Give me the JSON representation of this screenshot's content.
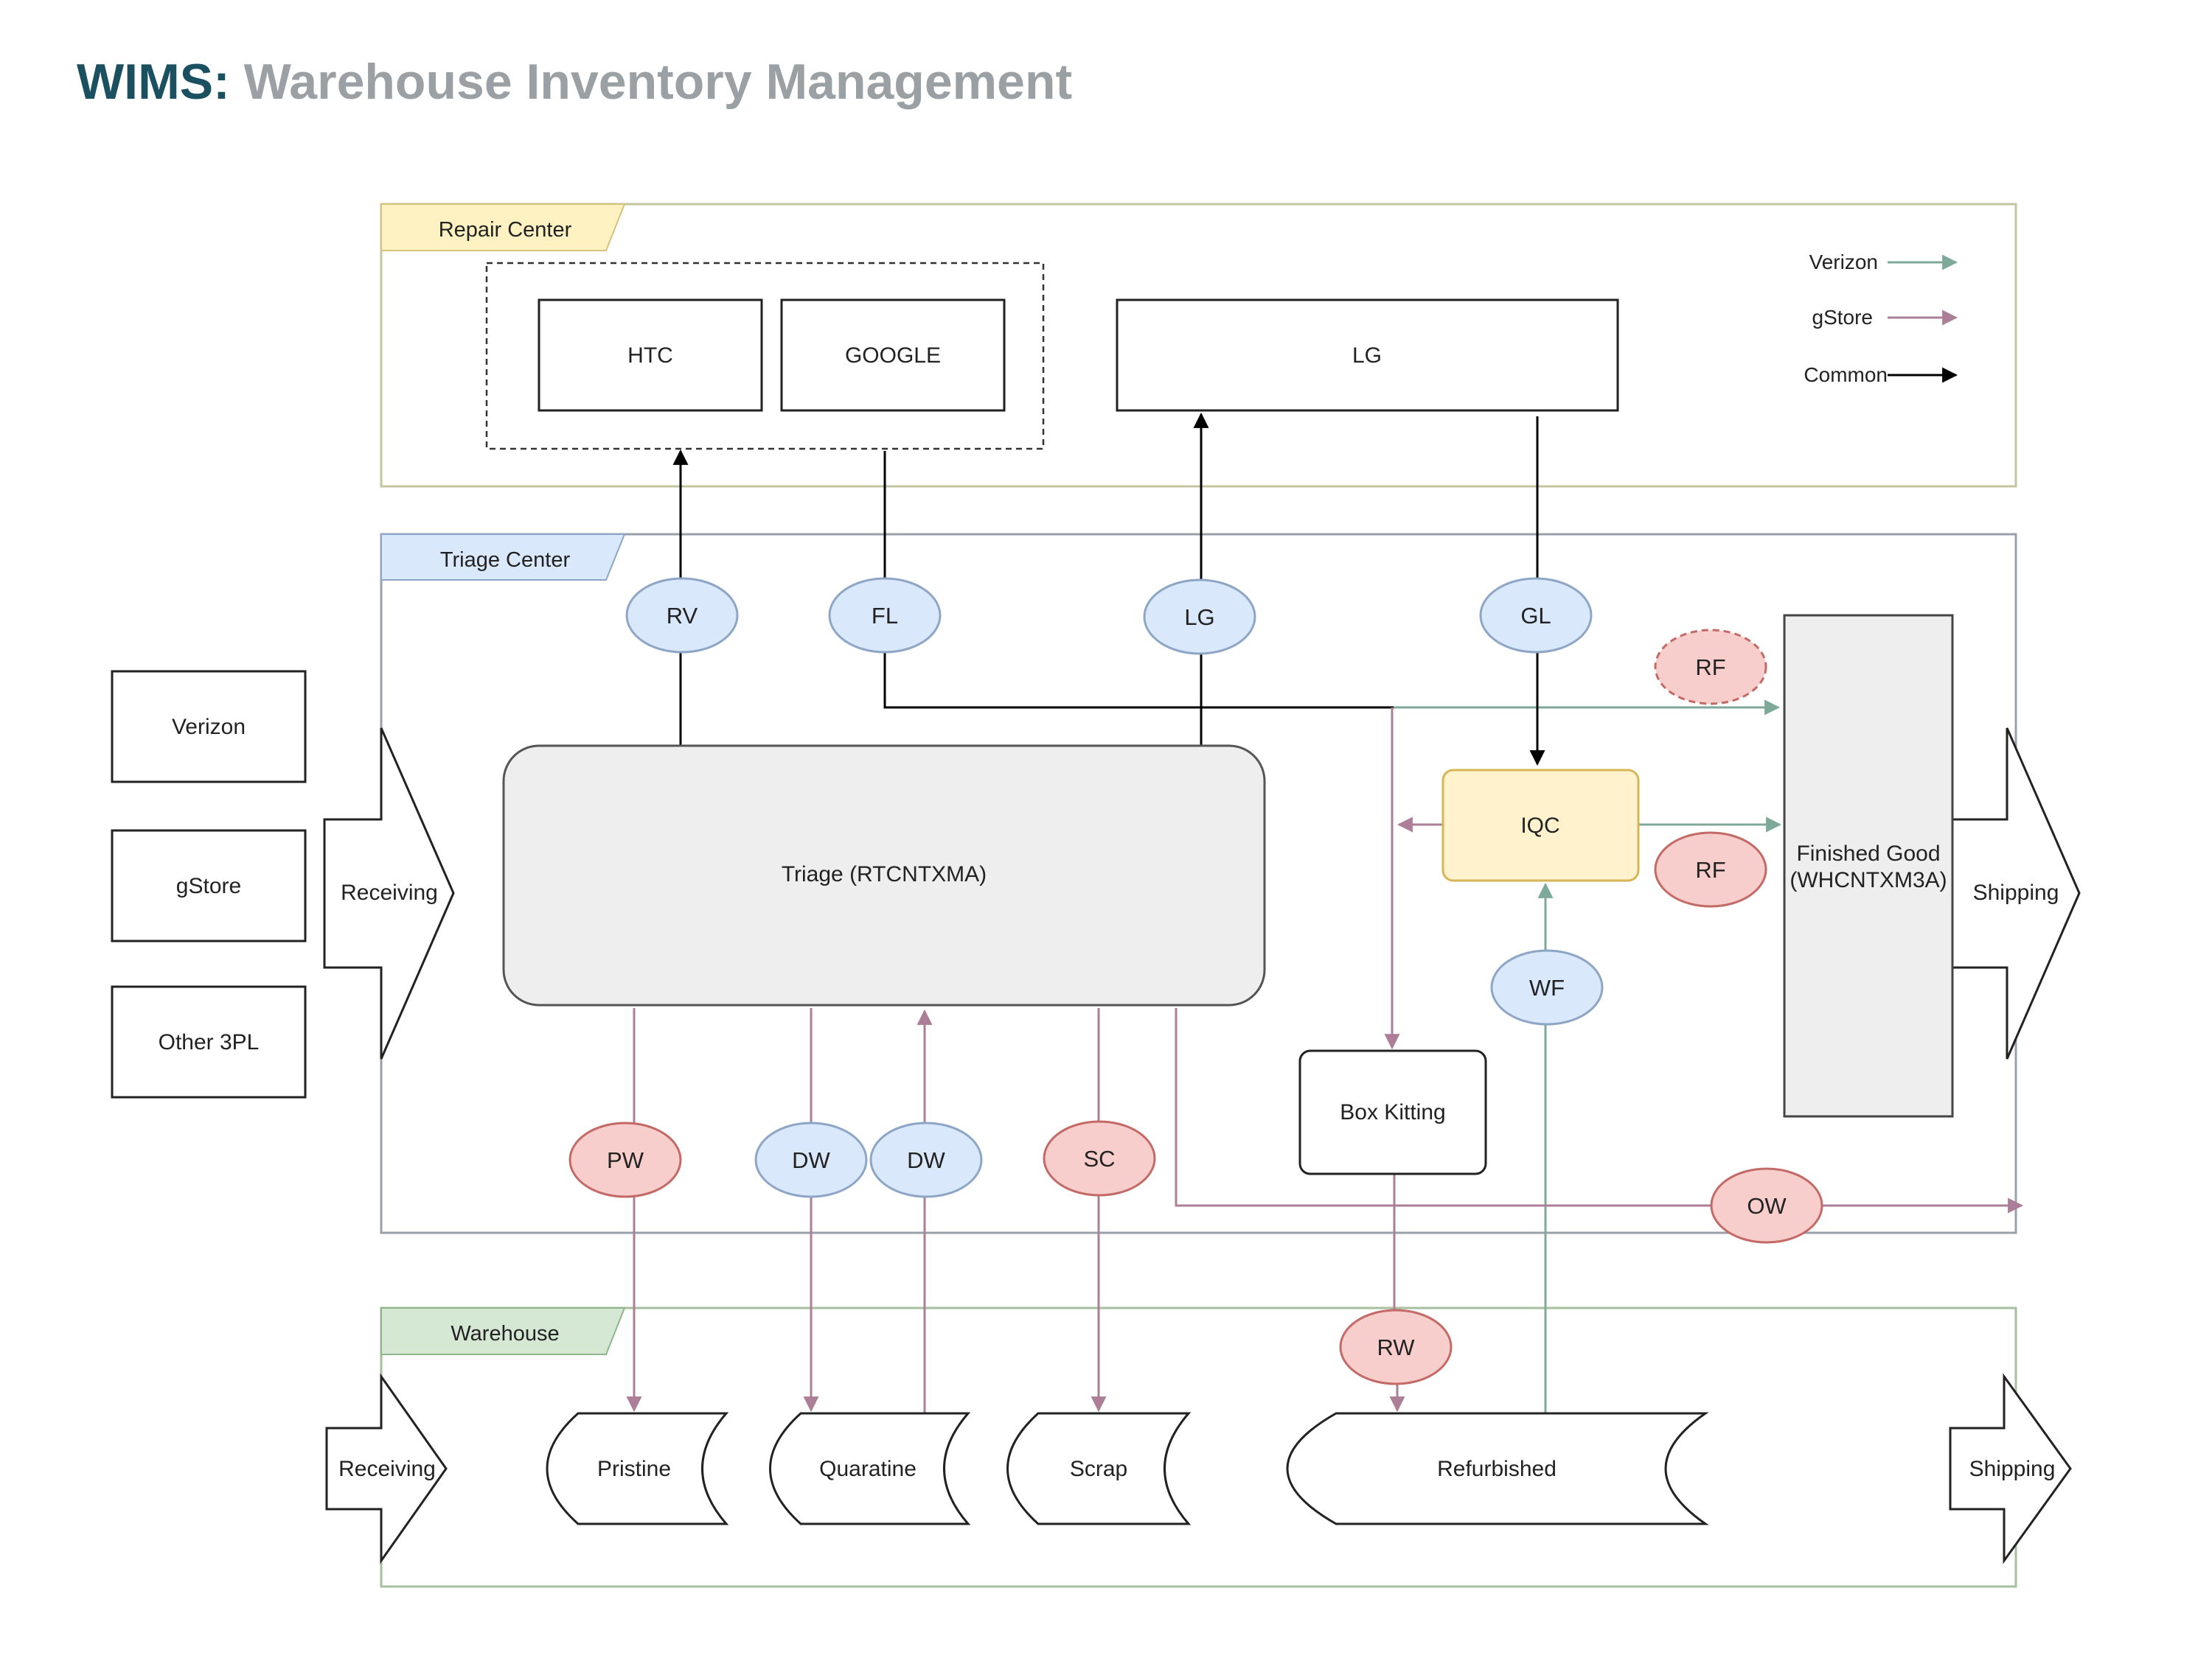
{
  "title": {
    "bold": "WIMS:",
    "rest": "Warehouse Inventory Management"
  },
  "colors": {
    "verizon": "#7ea898",
    "gstore": "#ad7e97",
    "common": "#000000",
    "repair_tab": "#fff2c2",
    "triage_tab": "#dae8fc",
    "warehouse_tab": "#d5e8d4",
    "node_blue": "#dae8fc",
    "node_red": "#f8cecc",
    "iqc": "#fff2cc",
    "gray": "#eeeeee"
  },
  "legend": {
    "verizon": "Verizon",
    "gstore": "gStore",
    "common": "Common"
  },
  "sections": {
    "repair": "Repair Center",
    "triage": "Triage Center",
    "warehouse": "Warehouse"
  },
  "repair": {
    "htc": "HTC",
    "google": "GOOGLE",
    "lg": "LG"
  },
  "sources": [
    "Verizon",
    "gStore",
    "Other 3PL"
  ],
  "triage": {
    "receiving": "Receiving",
    "main": "Triage (RTCNTXMA)",
    "iqc": "IQC",
    "box_kitting": "Box Kitting",
    "finished_good_1": "Finished Good",
    "finished_good_2": "(WHCNTXM3A)",
    "shipping": "Shipping"
  },
  "nodes": {
    "rv": "RV",
    "fl": "FL",
    "lg": "LG",
    "gl": "GL",
    "rf_dashed": "RF",
    "rf": "RF",
    "wf": "WF",
    "pw": "PW",
    "dw1": "DW",
    "dw2": "DW",
    "sc": "SC",
    "ow": "OW",
    "rw": "RW"
  },
  "warehouse": {
    "receiving": "Receiving",
    "pristine": "Pristine",
    "quarantine": "Quaratine",
    "scrap": "Scrap",
    "refurbished": "Refurbished",
    "shipping": "Shipping"
  }
}
